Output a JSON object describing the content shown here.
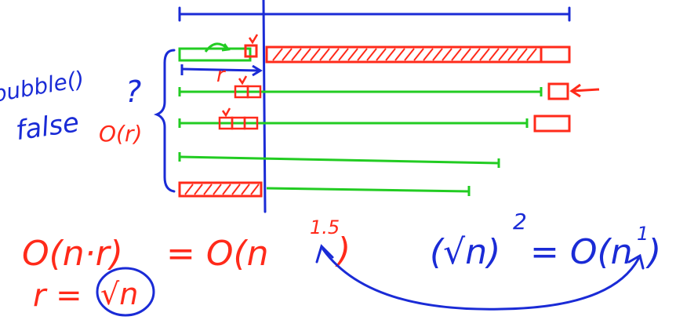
{
  "labels": {
    "bubble_call": "bubble()",
    "false_word": "false",
    "question_mark": "?",
    "o_r": "O(r)",
    "r_small": "r",
    "eq_left_a": "O(n·r)",
    "eq_left_b": "= O(n",
    "eq_left_exp": "1.5",
    "eq_left_close": ")",
    "eq_r": "r =",
    "eq_sqrt_n": "√n",
    "eq_right_base": "(√n)",
    "eq_right_exp": "2",
    "eq_right_b": "= O(n",
    "eq_right_exp2": "1",
    "eq_right_close": ")"
  },
  "colors": {
    "blue": "#1a2bd6",
    "red": "#ff2a1a",
    "green": "#22cc22"
  },
  "rows": [
    {
      "name": "row-1",
      "type": "sorted-run",
      "green_end": 690
    },
    {
      "name": "row-2",
      "green_end": 690
    },
    {
      "name": "row-3",
      "green_end": 672
    },
    {
      "name": "row-4",
      "green_end": 636
    },
    {
      "name": "row-5",
      "green_end": 598
    }
  ]
}
